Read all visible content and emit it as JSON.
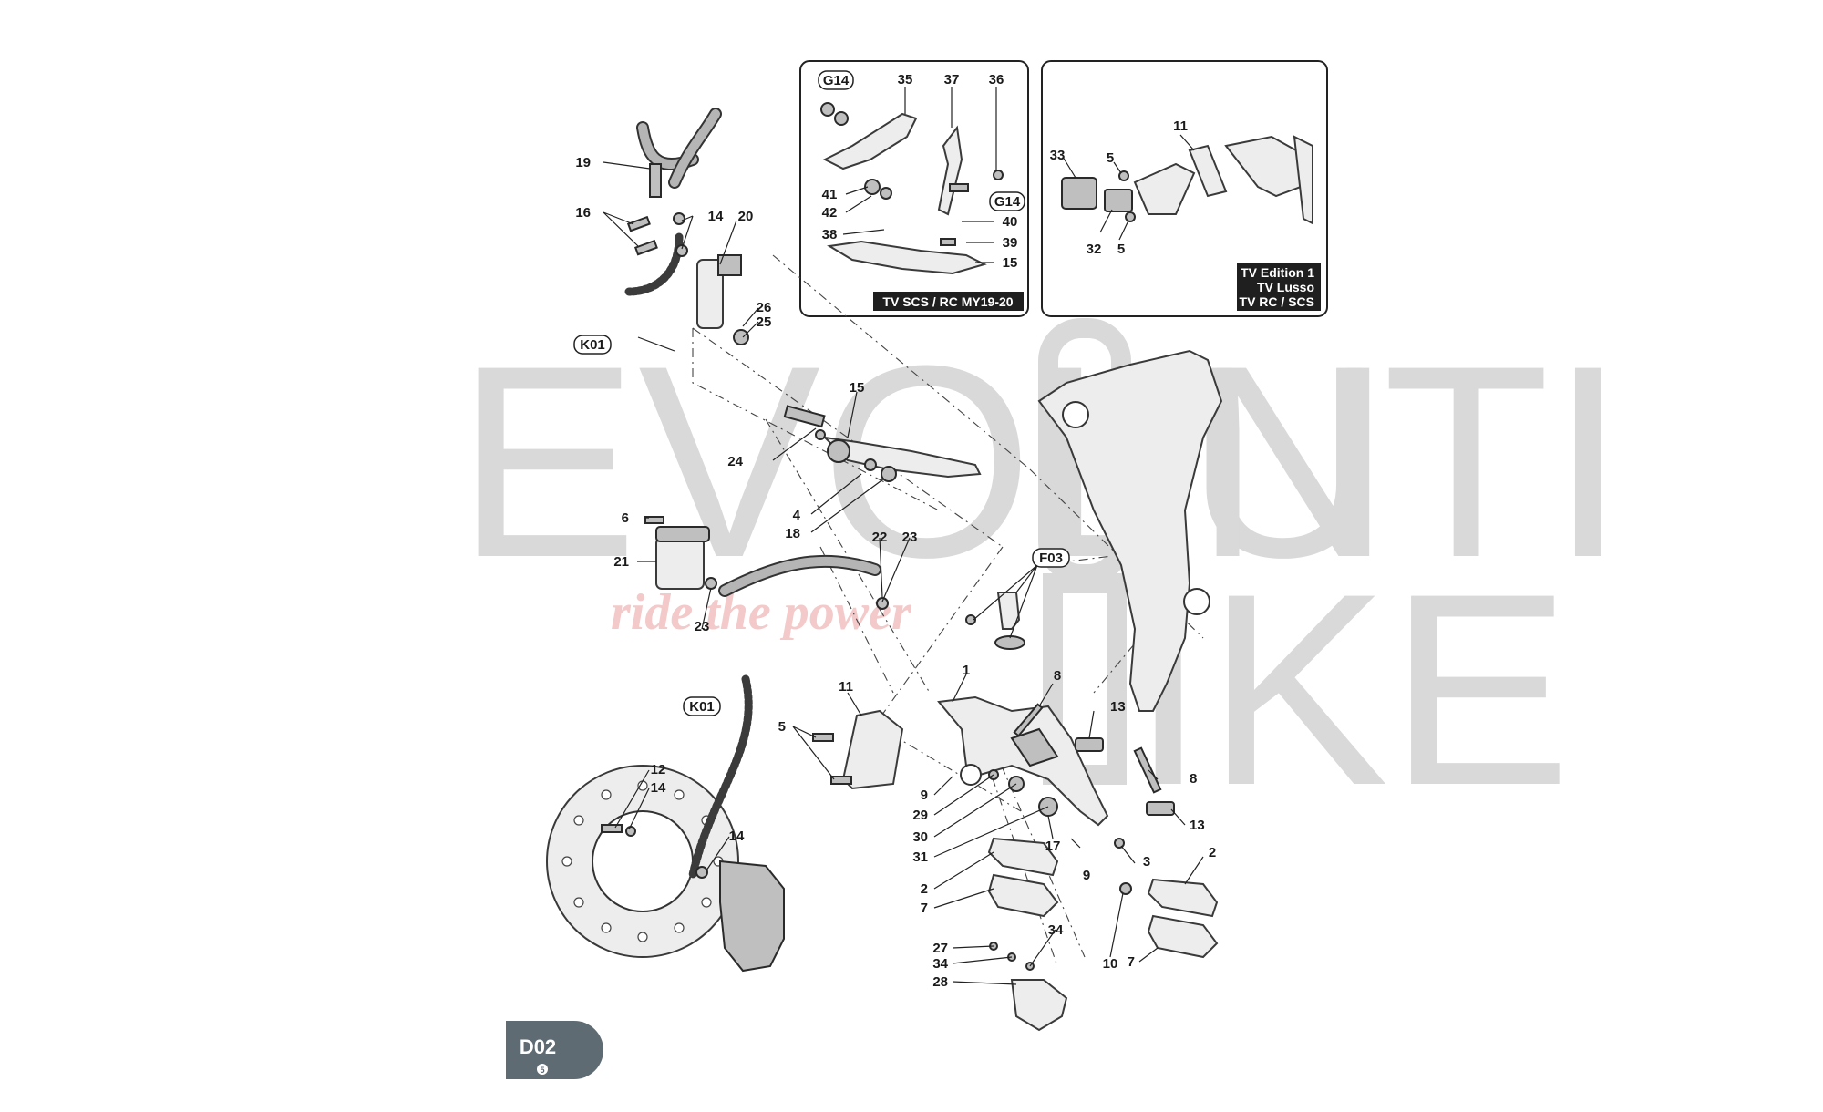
{
  "diagram": {
    "page_code": "D02",
    "page_sub": "5",
    "watermark": {
      "brand_big_1": "EVOLUTI",
      "brand_big_2": "N",
      "brand_big_3": "IKE",
      "tagline": "ride the power"
    },
    "insets": [
      {
        "id": "inset-1",
        "tag_lines": [
          "TV SCS / RC MY19-20"
        ]
      },
      {
        "id": "inset-2",
        "tag_lines": [
          "TV Edition 1",
          "TV Lusso",
          "TV RC / SCS"
        ]
      }
    ],
    "ref_boxes": {
      "g14_a": "G14",
      "g14_b": "G14",
      "k01_a": "K01",
      "k01_b": "K01",
      "f03": "F03"
    },
    "labels": {
      "l19": "19",
      "l16": "16",
      "l14a": "14",
      "l20": "20",
      "l26": "26",
      "l25": "25",
      "l15a": "15",
      "l24": "24",
      "l4": "4",
      "l18": "18",
      "l6": "6",
      "l21": "21",
      "l22": "22",
      "l23a": "23",
      "l23b": "23",
      "l1": "1",
      "l8a": "8",
      "l11": "11",
      "l5": "5",
      "l13a": "13",
      "l8b": "8",
      "l13b": "13",
      "l12": "12",
      "l14b": "14",
      "l14c": "14",
      "l9a": "9",
      "l29": "29",
      "l30": "30",
      "l31": "31",
      "l17": "17",
      "l9b": "9",
      "l3": "3",
      "l2a": "2",
      "l7a": "7",
      "l27": "27",
      "l34a": "34",
      "l34b": "34",
      "l28": "28",
      "l10": "10",
      "l2b": "2",
      "l7b": "7",
      "i35": "35",
      "i37": "37",
      "i36": "36",
      "i41": "41",
      "i42": "42",
      "i40": "40",
      "i38": "38",
      "i39": "39",
      "i15": "15",
      "j11": "11",
      "j33": "33",
      "j5a": "5",
      "j32": "32",
      "j5b": "5"
    }
  }
}
